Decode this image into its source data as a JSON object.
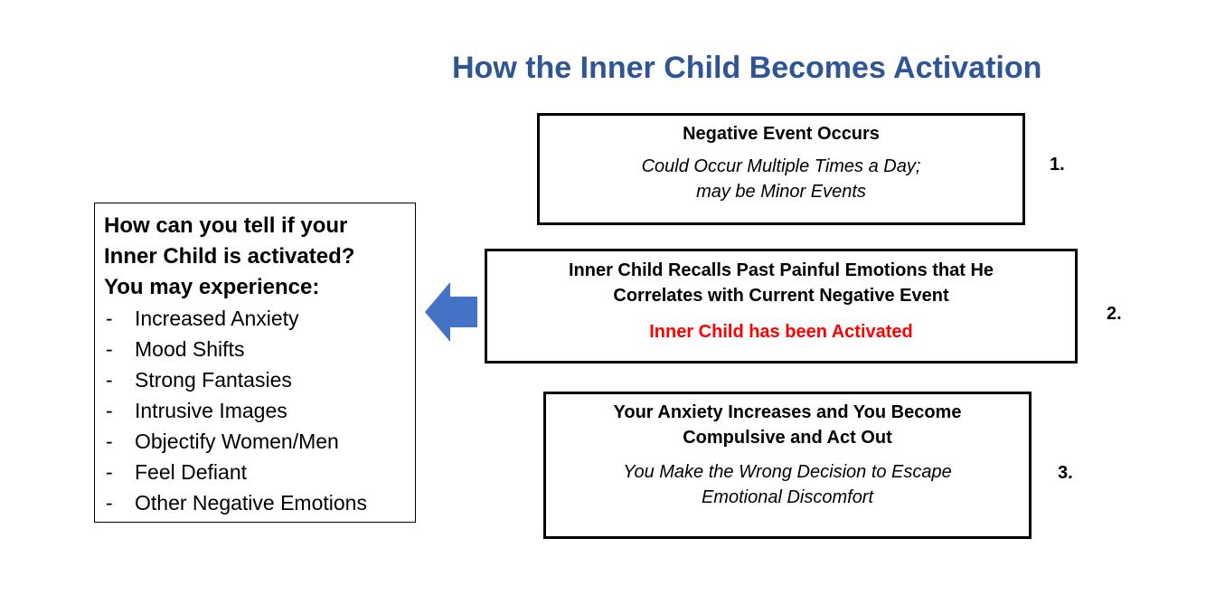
{
  "title": "How the Inner Child Becomes Activation",
  "colors": {
    "title": "#2F5597",
    "alert": "#FF0000",
    "arrow": "#4472C4",
    "border": "#000000"
  },
  "steps": [
    {
      "number": "1.",
      "heading_lines": [
        "Negative Event Occurs"
      ],
      "note_lines": [
        "Could Occur Multiple Times a Day;",
        "may be Minor Events"
      ]
    },
    {
      "number": "2.",
      "heading_lines": [
        "Inner Child Recalls Past Painful Emotions that He",
        "Correlates with Current Negative Event"
      ],
      "alert": "Inner Child has been Activated"
    },
    {
      "number": "3.",
      "heading_lines": [
        "Your Anxiety Increases and You Become",
        "Compulsive and Act Out"
      ],
      "note_lines": [
        "You Make the Wrong Decision to Escape",
        "Emotional Discomfort"
      ]
    }
  ],
  "signs": {
    "question_lines": [
      "How can you tell if your",
      "Inner Child is activated?",
      "You may experience:"
    ],
    "bullet": "-",
    "items": [
      "Increased Anxiety",
      "Mood Shifts",
      "Strong Fantasies",
      "Intrusive Images",
      "Objectify Women/Men",
      "Feel Defiant",
      "Other Negative Emotions"
    ]
  },
  "arrow_icon": "left-arrow-icon"
}
